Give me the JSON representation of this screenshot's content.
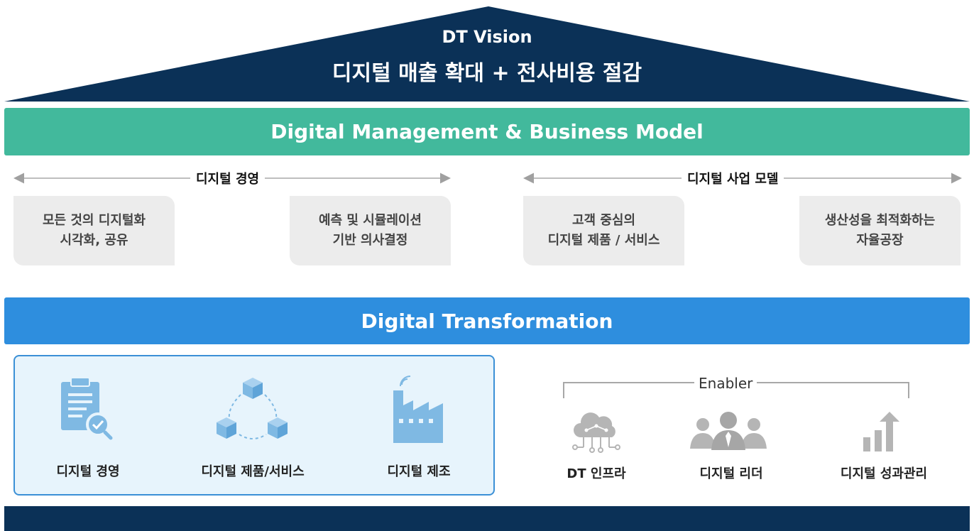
{
  "vision": {
    "title": "DT Vision",
    "subtitle": "디지털 매출 확대 + 전사비용 절감"
  },
  "management_band": "Digital Management & Business Model",
  "sections": [
    {
      "label": "디지털 경영",
      "items": [
        {
          "line1": "모든 것의 디지털화",
          "line2": "시각화, 공유"
        },
        {
          "line1": "예측 및 시뮬레이션",
          "line2": "기반 의사결정"
        }
      ]
    },
    {
      "label": "디지털 사업 모델",
      "items": [
        {
          "line1": "고객 중심의",
          "line2": "디지털 제품 / 서비스"
        },
        {
          "line1": "생산성을 최적화하는",
          "line2": "자율공장"
        }
      ]
    }
  ],
  "transformation_band": "Digital Transformation",
  "transformation_items": [
    {
      "label": "디지털 경영",
      "icon": "clipboard-check-icon"
    },
    {
      "label": "디지털 제품/서비스",
      "icon": "cubes-cycle-icon"
    },
    {
      "label": "디지털 제조",
      "icon": "smart-factory-icon"
    }
  ],
  "enabler": {
    "title": "Enabler",
    "items": [
      {
        "label": "DT 인프라",
        "icon": "cloud-network-icon"
      },
      {
        "label": "디지털 리더",
        "icon": "leaders-icon"
      },
      {
        "label": "디지털 성과관리",
        "icon": "growth-chart-icon"
      }
    ]
  },
  "colors": {
    "roof": "#0b3157",
    "management_band": "#42b99c",
    "transformation_band": "#2e8ede",
    "transformation_box_bg": "#e7f4fc",
    "transformation_icons": "#7fb9e3",
    "enabler_icons": "#b5b5b5",
    "card_bg": "#ececec"
  }
}
